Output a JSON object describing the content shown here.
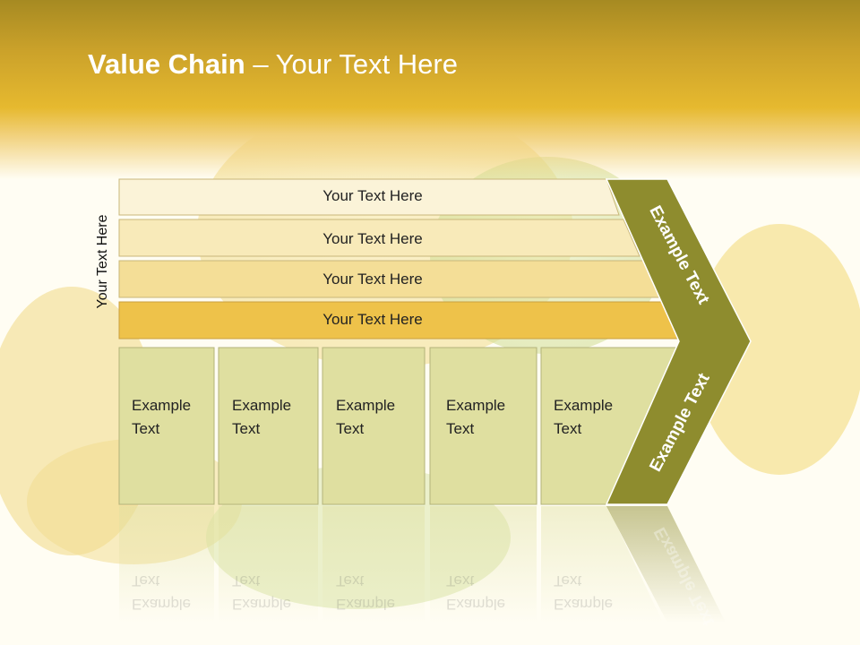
{
  "slide": {
    "title_bold": "Value Chain",
    "title_rest": " – Your Text Here",
    "side_label": "Your Text Here"
  },
  "rows": [
    {
      "label": "Your Text Here",
      "fill": "#fbf3d8"
    },
    {
      "label": "Your Text Here",
      "fill": "#f8eab9"
    },
    {
      "label": "Your Text Here",
      "fill": "#f4de97"
    },
    {
      "label": "Your Text Here",
      "fill": "#eec24a"
    }
  ],
  "columns": [
    {
      "line1": "Example",
      "line2": "Text"
    },
    {
      "line1": "Example",
      "line2": "Text"
    },
    {
      "line1": "Example",
      "line2": "Text"
    },
    {
      "line1": "Example",
      "line2": "Text"
    },
    {
      "line1": "Example",
      "line2": "Text"
    }
  ],
  "chevron": {
    "upper_label": "Example Text",
    "lower_label": "Example Text",
    "fill": "#8e8c2e"
  },
  "colors": {
    "header": "#e6b92f",
    "column_fill": "#dfdfa0",
    "column_stroke": "#b3b37a"
  }
}
